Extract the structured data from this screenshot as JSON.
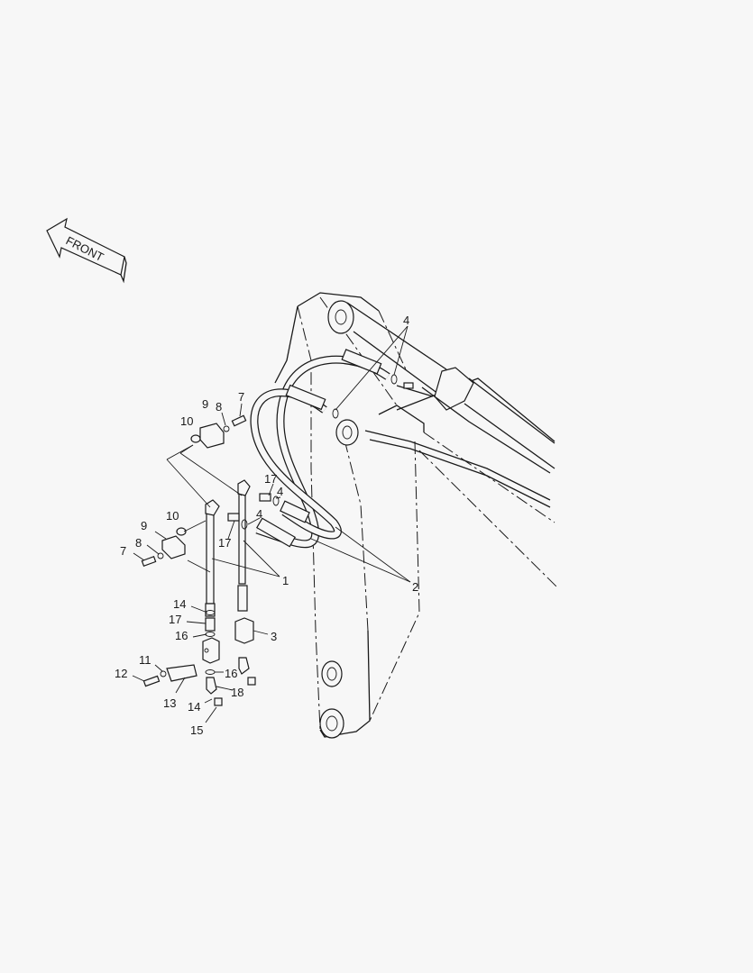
{
  "diagram": {
    "front_label": "FRONT",
    "callouts": [
      "4",
      "9",
      "8",
      "7",
      "10",
      "17",
      "4",
      "4",
      "10",
      "9",
      "17",
      "8",
      "7",
      "1",
      "2",
      "14",
      "17",
      "16",
      "3",
      "11",
      "12",
      "16",
      "18",
      "13",
      "14",
      "15"
    ]
  }
}
